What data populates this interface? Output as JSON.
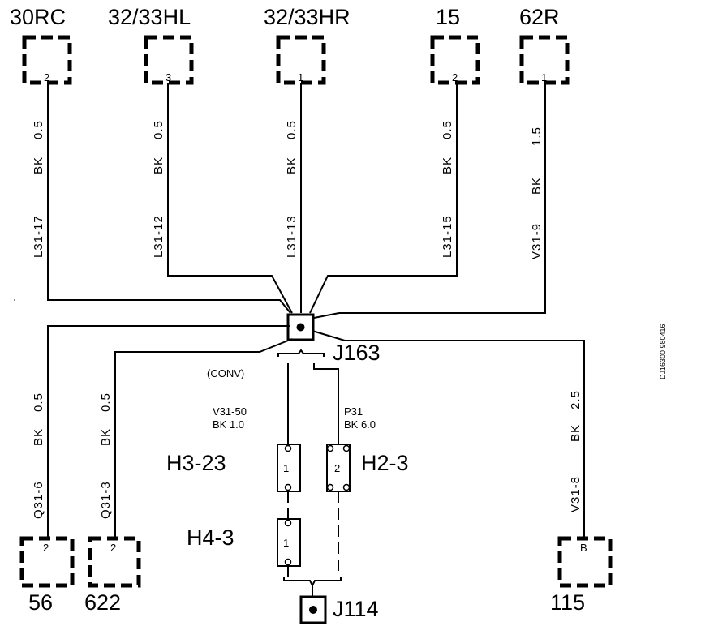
{
  "connectors_top": [
    {
      "label": "30RC",
      "pin": "2",
      "wire": "L31-17",
      "color": "BK",
      "size": "0.5"
    },
    {
      "label": "32/33HL",
      "pin": "3",
      "wire": "L31-12",
      "color": "BK",
      "size": "0.5"
    },
    {
      "label": "32/33HR",
      "pin": "1",
      "wire": "L31-13",
      "color": "BK",
      "size": "0.5"
    },
    {
      "label": "15",
      "pin": "2",
      "wire": "L31-15",
      "color": "BK",
      "size": "0.5"
    },
    {
      "label": "62R",
      "pin": "1",
      "wire": "V31-9",
      "color": "BK",
      "size": "1.5"
    }
  ],
  "connectors_bottom": [
    {
      "label": "56",
      "pin": "2",
      "wire": "Q31-6",
      "color": "BK",
      "size": "0.5"
    },
    {
      "label": "622",
      "pin": "2",
      "wire": "Q31-3",
      "color": "BK",
      "size": "0.5"
    },
    {
      "label": "115",
      "pin": "B",
      "wire": "V31-8",
      "color": "BK",
      "size": "2.5"
    }
  ],
  "splice": {
    "label": "J163",
    "variant": "(CONV)"
  },
  "ground_left_wire": {
    "id": "V31-50",
    "spec": "BK  1.0"
  },
  "ground_right_wire": {
    "id": "P31",
    "spec": "BK  6.0"
  },
  "components": [
    {
      "label": "H3-23",
      "pin": "1"
    },
    {
      "label": "H2-3",
      "pin": "2"
    },
    {
      "label": "H4-3",
      "pin": "1"
    }
  ],
  "ground_splice": {
    "label": "J114"
  },
  "drawing_id": "DJ16300 980416"
}
